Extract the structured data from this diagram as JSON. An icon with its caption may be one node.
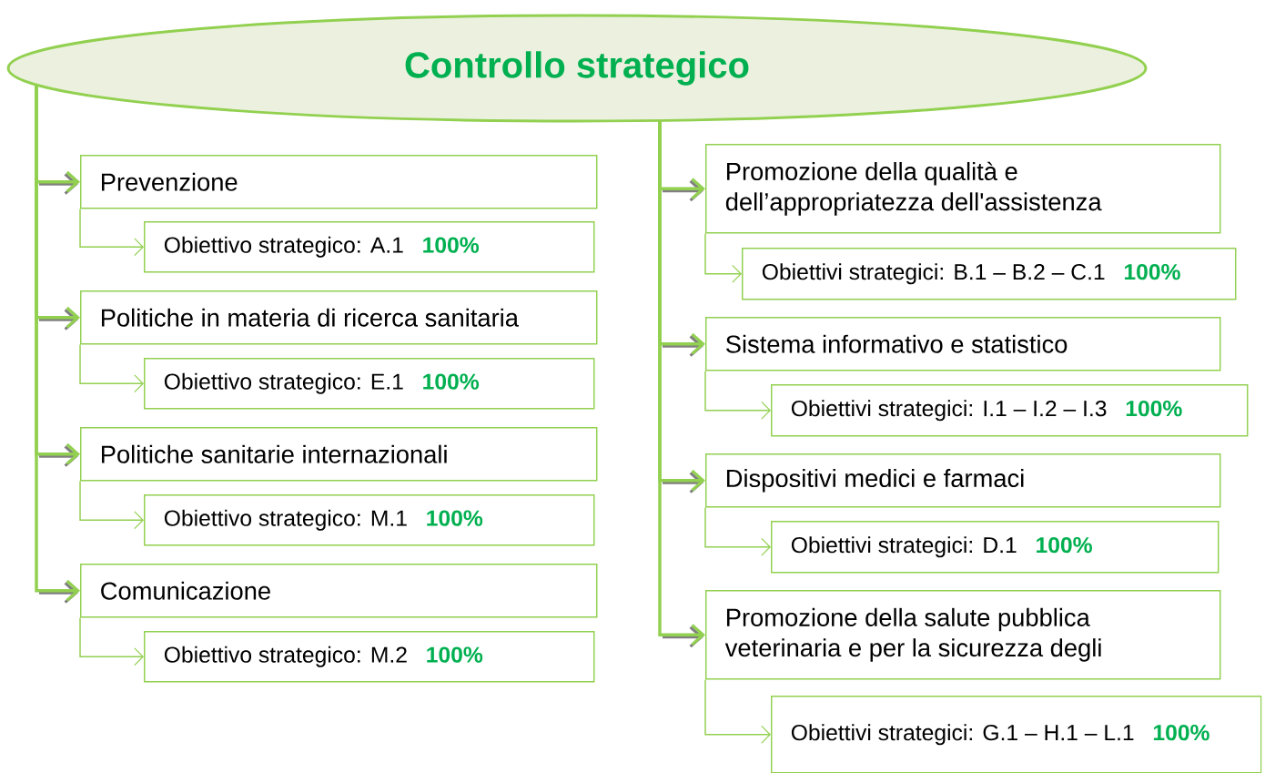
{
  "diagram": {
    "nodes": [
      {
        "text": [
          "Controllo strategico"
        ]
      },
      {
        "text": [
          "Prevenzione"
        ]
      },
      {
        "text": [
          "Obiettivo strategico: A.1",
          "100%"
        ]
      },
      {
        "text": [
          "Politiche in materia di ricerca sanitaria"
        ]
      },
      {
        "text": [
          "Obiettivo strategico:  E.1",
          "100%"
        ]
      },
      {
        "text": [
          "Politiche sanitarie internazionali"
        ]
      },
      {
        "text": [
          "Obiettivo strategico:  M.1",
          "100%"
        ]
      },
      {
        "text": [
          "Comunicazione"
        ]
      },
      {
        "text": [
          "Obiettivo strategico: M.2",
          "100%"
        ]
      },
      {
        "text": [
          "Promozione della qualità e dell’appropriatezza dell'assistenza"
        ]
      },
      {
        "text": [
          "Obiettivi strategici: B.1 – B.2  – C.1",
          "100%"
        ]
      },
      {
        "text": [
          "Sistema informativo e statistico"
        ]
      },
      {
        "text": [
          "Obiettivi strategici:   I.1 – I.2 – I.3",
          "100%"
        ]
      },
      {
        "text": [
          "Dispositivi medici e farmaci"
        ]
      },
      {
        "text": [
          "Obiettivi strategici: D.1",
          "100%"
        ]
      },
      {
        "text": [
          "Promozione  della salute pubblica veterinaria e per la sicurezza degli"
        ]
      },
      {
        "text": [
          "Obiettivi strategici:  G.1 – H.1 – L.1",
          "100%"
        ]
      }
    ],
    "edges": [
      {
        "from": 0,
        "to": 1,
        "arrow": "to"
      },
      {
        "from": 0,
        "to": 3,
        "arrow": "to"
      },
      {
        "from": 0,
        "to": 5,
        "arrow": "to"
      },
      {
        "from": 0,
        "to": 7,
        "arrow": "to"
      },
      {
        "from": 0,
        "to": 9,
        "arrow": "to"
      },
      {
        "from": 0,
        "to": 11,
        "arrow": "to"
      },
      {
        "from": 0,
        "to": 13,
        "arrow": "to"
      },
      {
        "from": 0,
        "to": 15,
        "arrow": "to"
      },
      {
        "from": 1,
        "to": 2,
        "arrow": "to"
      },
      {
        "from": 3,
        "to": 4,
        "arrow": "to"
      },
      {
        "from": 5,
        "to": 6,
        "arrow": "to"
      },
      {
        "from": 7,
        "to": 8,
        "arrow": "to"
      },
      {
        "from": 9,
        "to": 10,
        "arrow": "to"
      },
      {
        "from": 11,
        "to": 12,
        "arrow": "to"
      },
      {
        "from": 13,
        "to": 14,
        "arrow": "to"
      },
      {
        "from": 15,
        "to": 16,
        "arrow": "to"
      }
    ]
  }
}
